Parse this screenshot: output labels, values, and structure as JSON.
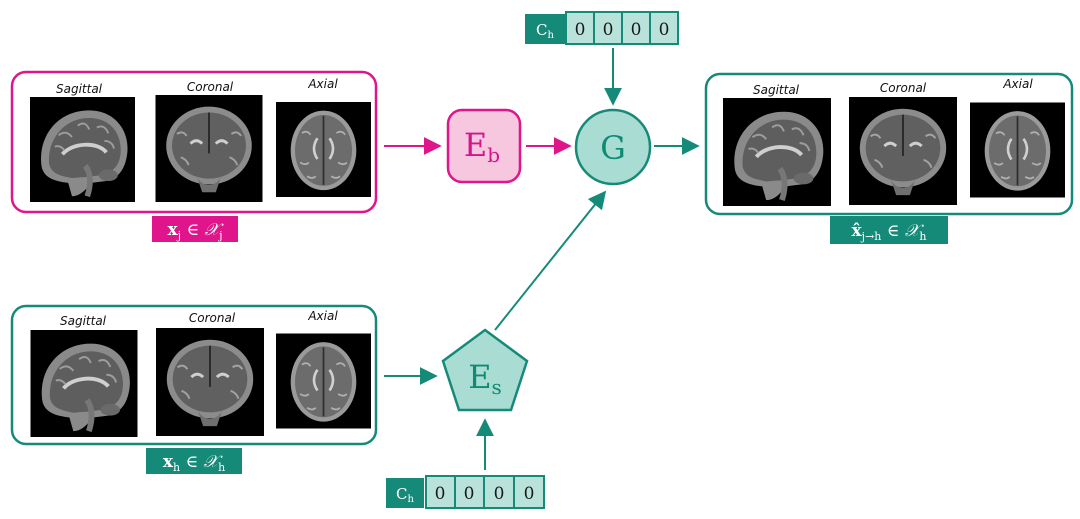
{
  "colors": {
    "target_domain": "#168a78",
    "source_domain": "#e0158c",
    "node_target_fill": "#a9dcd3",
    "node_source_fill": "#f6c7df",
    "code_cell_fill": "#b8e2da",
    "image_bg": "#000000"
  },
  "views": [
    "Sagittal",
    "Coronal",
    "Axial"
  ],
  "panels": {
    "source": {
      "label_main": "x",
      "label_sub": "j",
      "label_in": "∈",
      "label_set": "𝒳",
      "label_set_sub": "j"
    },
    "style": {
      "label_main": "x",
      "label_sub": "h",
      "label_in": "∈",
      "label_set": "𝒳",
      "label_set_sub": "h"
    },
    "output": {
      "label_main": "x̂",
      "label_sub": "j→h",
      "label_in": "∈",
      "label_set": "𝒳",
      "label_set_sub": "h"
    }
  },
  "nodes": {
    "content_encoder": {
      "main": "E",
      "sub": "b"
    },
    "style_encoder": {
      "main": "E",
      "sub": "s"
    },
    "generator": {
      "main": "G"
    }
  },
  "codes": {
    "top": {
      "name_main": "C",
      "name_sub": "h",
      "digits": [
        "0",
        "0",
        "0",
        "0"
      ]
    },
    "bottom": {
      "name_main": "C",
      "name_sub": "h",
      "digits": [
        "0",
        "0",
        "0",
        "0"
      ]
    }
  },
  "icons": [
    "brain-sagittal-slice",
    "brain-coronal-slice",
    "brain-axial-slice"
  ]
}
